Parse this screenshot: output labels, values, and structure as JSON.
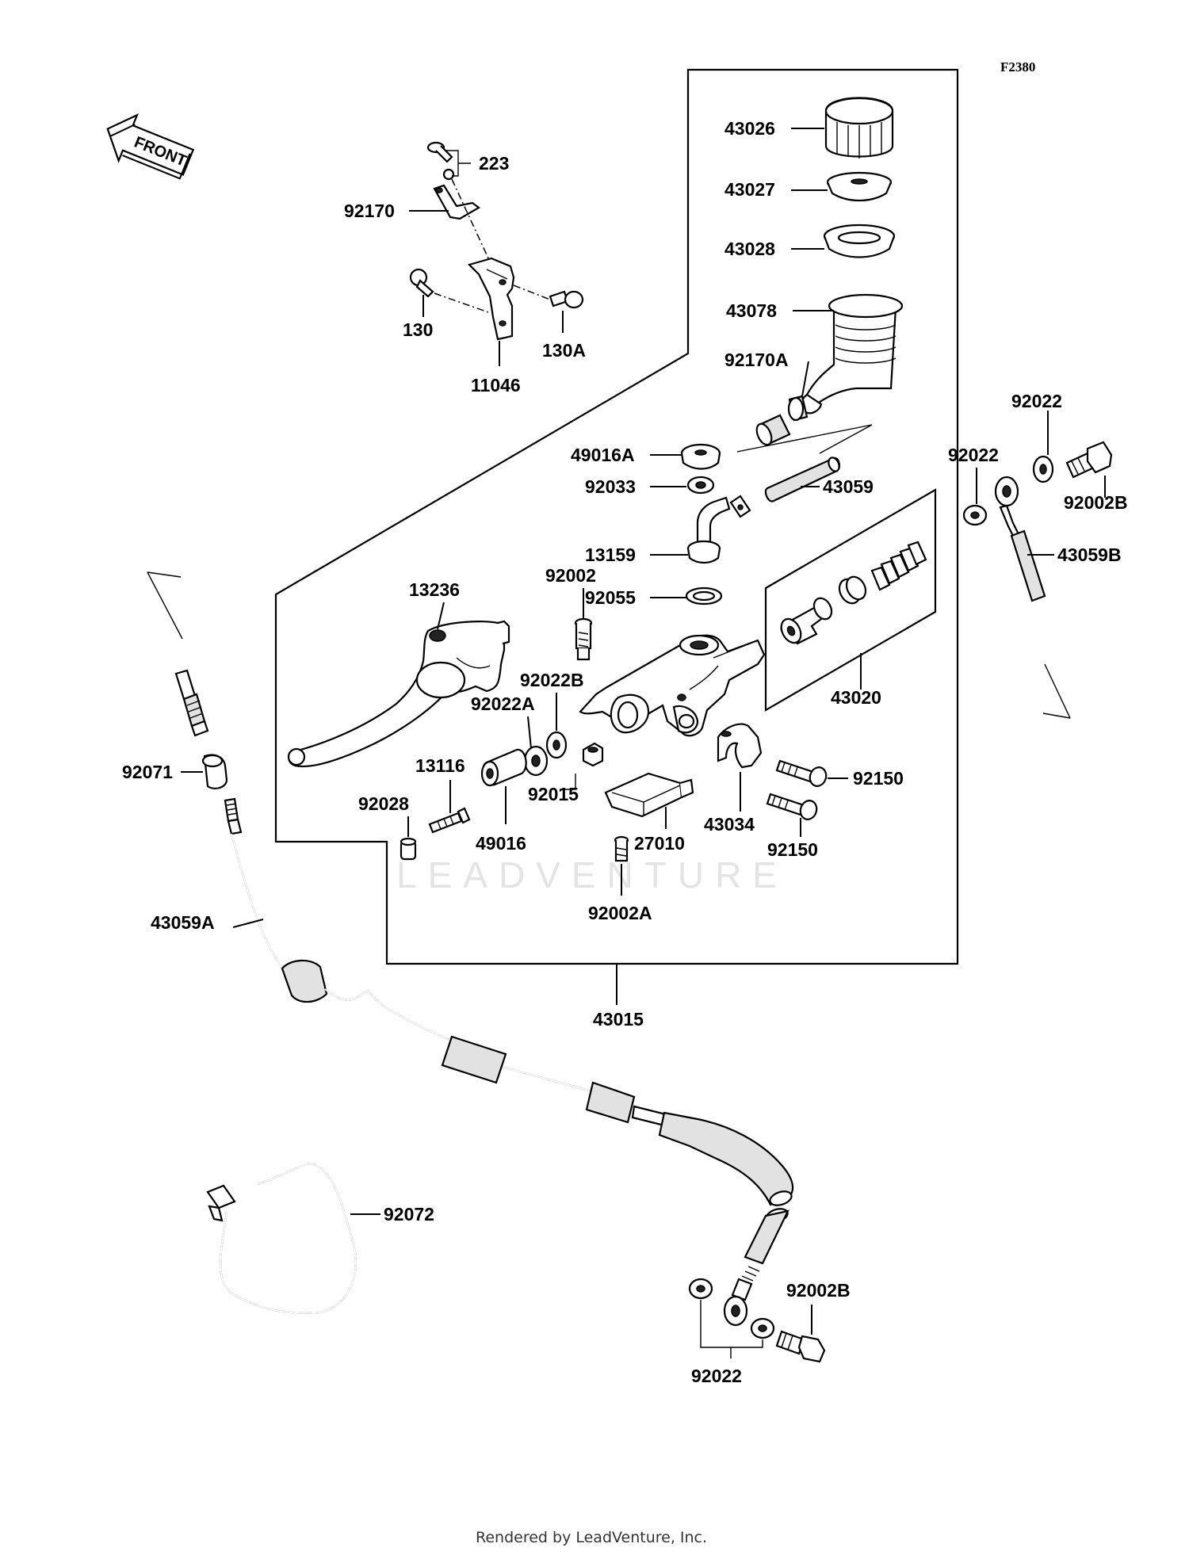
{
  "figure_ref": "F2380",
  "front_label": "FRONT",
  "watermark": "LEADVENTURE",
  "footer": "Rendered by LeadVenture, Inc.",
  "labels": {
    "p43026": "43026",
    "p43027": "43027",
    "p43028": "43028",
    "p43078": "43078",
    "p92170A": "92170A",
    "p223": "223",
    "p92170": "92170",
    "p130": "130",
    "p130A": "130A",
    "p11046": "11046",
    "p49016A": "49016A",
    "p92033": "92033",
    "p43059": "43059",
    "p13159": "13159",
    "p92002": "92002",
    "p92055": "92055",
    "p13236": "13236",
    "p43020": "43020",
    "p92022B": "92022B",
    "p92022A": "92022A",
    "p13116": "13116",
    "p92028": "92028",
    "p49016": "49016",
    "p92015": "92015",
    "p27010": "27010",
    "p92002A": "92002A",
    "p43034": "43034",
    "p92150a": "92150",
    "p92150b": "92150",
    "p43015": "43015",
    "p92022_top": "92022",
    "p92022_mid": "92022",
    "p92002B_top": "92002B",
    "p43059B": "43059B",
    "p92071": "92071",
    "p43059A": "43059A",
    "p92072": "92072",
    "p92002B_bot": "92002B",
    "p92022_bot": "92022"
  }
}
